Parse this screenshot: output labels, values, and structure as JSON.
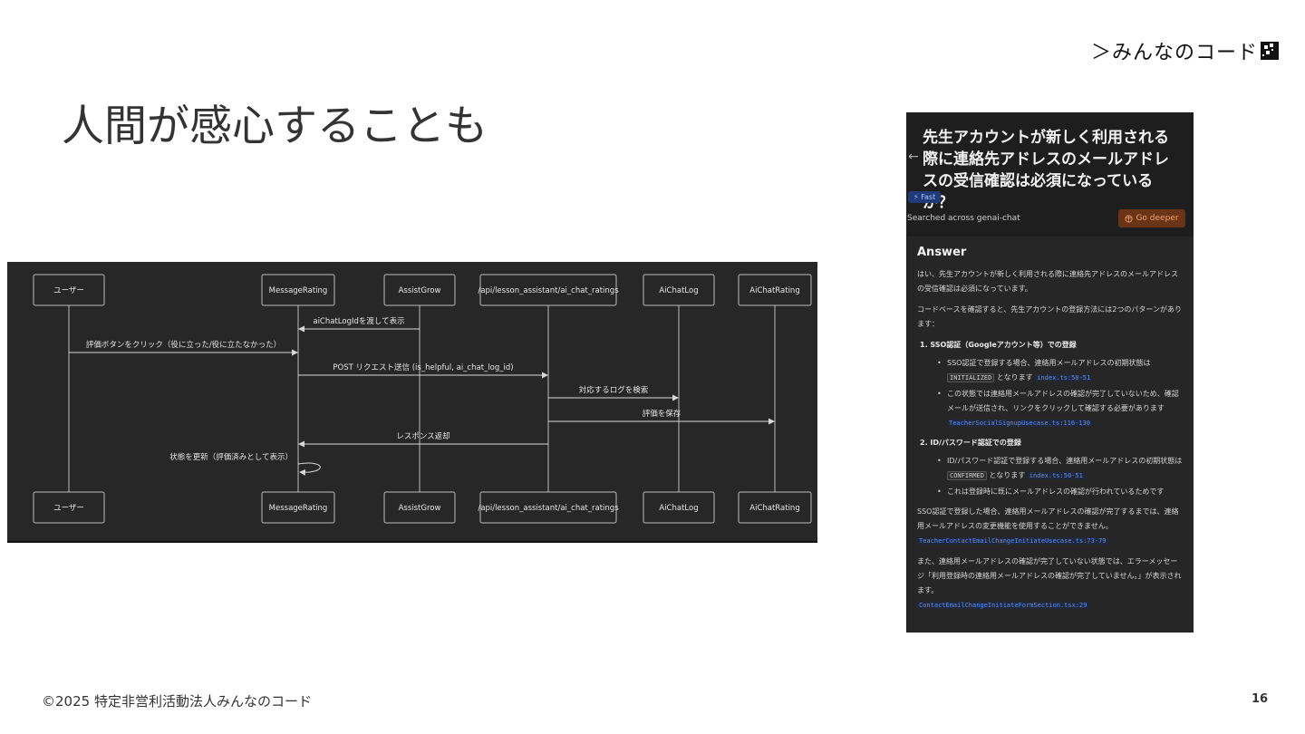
{
  "brand": {
    "logo_text": "＞みんなのコード"
  },
  "slide": {
    "title": "人間が感心することも",
    "footer": "©2025 特定非営利活動法人みんなのコード",
    "page_number": "16"
  },
  "diagram": {
    "participants": [
      "ユーザー",
      "MessageRating",
      "AssistGrow",
      "/api/lesson_assistant/ai_chat_ratings",
      "AiChatLog",
      "AiChatRating"
    ],
    "messages": [
      {
        "from": 2,
        "to": 1,
        "text": "aiChatLogIdを渡して表示"
      },
      {
        "from": 0,
        "to": 1,
        "text": "評価ボタンをクリック（役に立った/役に立たなかった）"
      },
      {
        "from": 1,
        "to": 3,
        "text": "POST リクエスト送信 (is_helpful, ai_chat_log_id)"
      },
      {
        "from": 3,
        "to": 4,
        "text": "対応するログを検索"
      },
      {
        "from": 3,
        "to": 5,
        "text": "評価を保存"
      },
      {
        "from": 3,
        "to": 1,
        "text": "レスポンス返却"
      },
      {
        "from": 1,
        "to": 1,
        "text": "状態を更新（評価済みとして表示）"
      }
    ]
  },
  "panel": {
    "back_icon": "←",
    "title": "先生アカウントが新しく利用される際に連絡先アドレスのメールアドレスの受信確認は必須になっているか？",
    "badge": "⚡ Fast",
    "searched": "Searched across genai-chat",
    "go_deeper": "Go deeper",
    "answer_heading": "Answer",
    "intro": "はい、先生アカウントが新しく利用される際に連絡先アドレスのメールアドレスの受信確認は必須になっています。",
    "codebase": "コードベースを確認すると、先生アカウントの登録方法には2つのパターンがあります：",
    "sections": [
      {
        "heading": "1.  SSO認証（Googleアカウント等）での登録",
        "items": [
          {
            "text": "SSO認証で登録する場合、連絡用メールアドレスの初期状態は",
            "code": "INITIALIZED",
            "suffix": "となります",
            "ref": "index.ts:50-51"
          },
          {
            "text": "この状態では連絡用メールアドレスの確認が完了していないため、確認メールが送信され、リンクをクリックして確認する必要があります",
            "ref": "TeacherSocialSignupUsecase.ts:116-130"
          }
        ]
      },
      {
        "heading": "2.  ID/パスワード認証での登録",
        "items": [
          {
            "text": "ID/パスワード認証で登録する場合、連絡用メールアドレスの初期状態は",
            "code": "CONFIRMED",
            "suffix": "となります",
            "ref": "index.ts:50-51"
          },
          {
            "text": "これは登録時に既にメールアドレスの確認が行われているためです"
          }
        ]
      }
    ],
    "sso_note": "SSO認証で登録した場合、連絡用メールアドレスの確認が完了するまでは、連絡用メールアドレスの変更機能を使用することができません。",
    "sso_ref": "TeacherContactEmailChangeInitiateUsecase.ts:73-79",
    "also_note": "また、連絡用メールアドレスの確認が完了していない状態では、エラーメッセージ「利用登録時の連絡用メールアドレスの確認が完了していません。」が表示されます。",
    "also_ref": "ContactEmailChangeInitiateFormSection.tsx:29"
  }
}
